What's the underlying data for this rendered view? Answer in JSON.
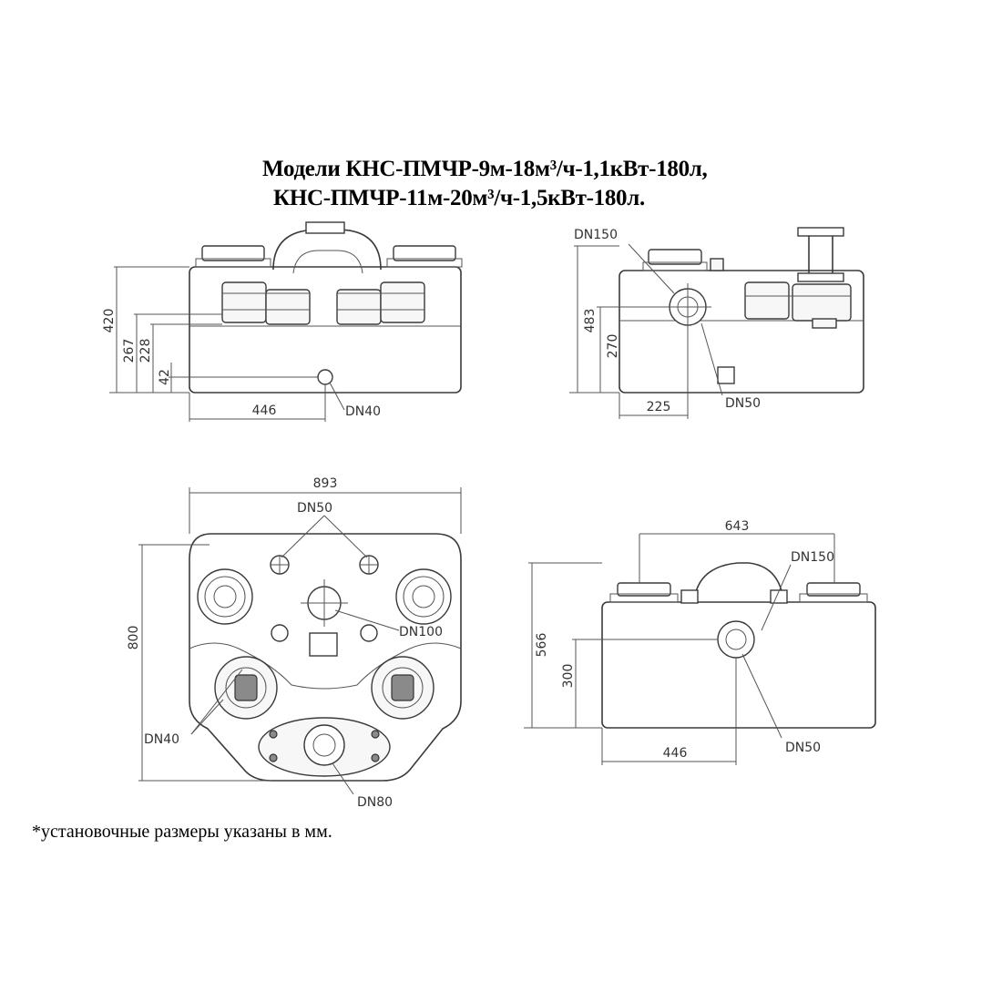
{
  "title": {
    "line1": "Модели КНС-ПМЧР-9м-18м³/ч-1,1кВт-180л,",
    "line2": "КНС-ПМЧР-11м-20м³/ч-1,5кВт-180л."
  },
  "front_view": {
    "dim_420": "420",
    "dim_267": "267",
    "dim_228": "228",
    "dim_42": "42",
    "dim_446": "446",
    "port": "DN40"
  },
  "side_view": {
    "dim_483": "483",
    "dim_270": "270",
    "dim_225": "225",
    "port_top": "DN150",
    "port_bottom": "DN50"
  },
  "top_view": {
    "dim_893": "893",
    "dim_800": "800",
    "port_dn50": "DN50",
    "port_dn100": "DN100",
    "port_dn40": "DN40",
    "port_dn80": "DN80"
  },
  "rear_view": {
    "dim_643": "643",
    "dim_566": "566",
    "dim_300": "300",
    "dim_446": "446",
    "port_top": "DN150",
    "port_bottom": "DN50"
  },
  "footnote": "*установочные размеры указаны в мм."
}
